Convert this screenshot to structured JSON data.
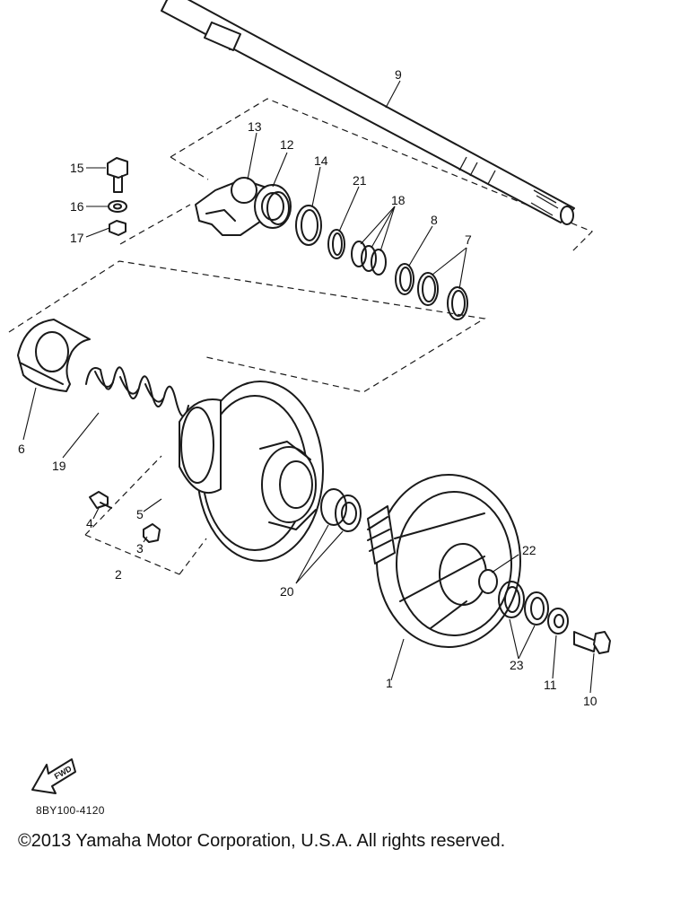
{
  "diagram": {
    "callouts": [
      "1",
      "2",
      "3",
      "4",
      "5",
      "6",
      "7",
      "8",
      "9",
      "10",
      "11",
      "12",
      "13",
      "14",
      "15",
      "16",
      "17",
      "18",
      "19",
      "20",
      "21",
      "22",
      "23"
    ],
    "fwd_label": "FWD",
    "diagram_code": "8BY100-4120",
    "copyright": "©2013 Yamaha Motor Corporation, U.S.A. All rights reserved."
  }
}
